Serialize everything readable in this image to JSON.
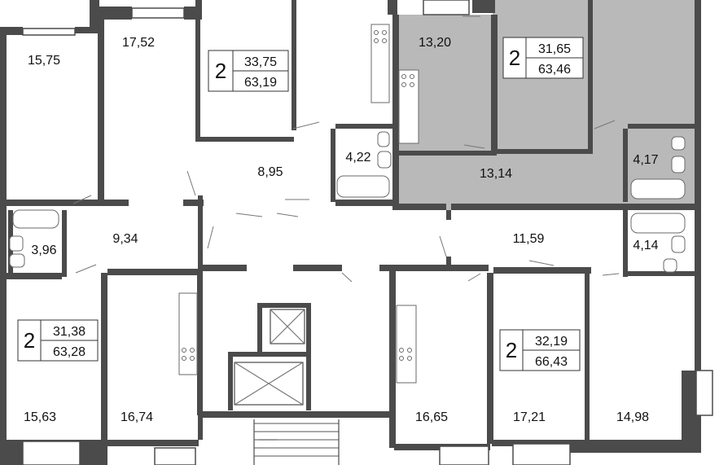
{
  "colors": {
    "wall": "#4b4b4b",
    "highlight": "#b9b9b9",
    "background": "#ffffff",
    "fixture": "#6a6a6a",
    "text": "#111111"
  },
  "room_areas": {
    "r1575": "15,75",
    "r1752": "17,52",
    "r1320": "13,20",
    "r895": "8,95",
    "r422": "4,22",
    "r1314": "13,14",
    "r417": "4,17",
    "r396": "3,96",
    "r934": "9,34",
    "r1159": "11,59",
    "r414": "4,14",
    "r1563": "15,63",
    "r1674": "16,74",
    "r1665": "16,65",
    "r1721": "17,21",
    "r1498": "14,98"
  },
  "apartments": [
    {
      "rooms": "2",
      "living_area": "33,75",
      "total_area": "63,19",
      "highlighted": false
    },
    {
      "rooms": "2",
      "living_area": "31,65",
      "total_area": "63,46",
      "highlighted": true
    },
    {
      "rooms": "2",
      "living_area": "31,38",
      "total_area": "63,28",
      "highlighted": false
    },
    {
      "rooms": "2",
      "living_area": "32,19",
      "total_area": "66,43",
      "highlighted": false
    }
  ],
  "icons": [
    "bathtub-icon",
    "sink-icon",
    "toilet-icon",
    "stove-icon",
    "elevator-icon",
    "stairs-icon",
    "balcony-icon"
  ]
}
